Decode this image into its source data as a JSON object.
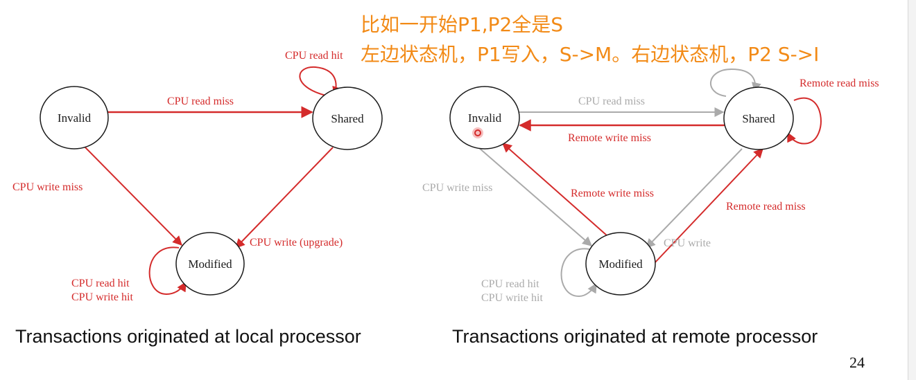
{
  "annotation": {
    "line1": "比如一开始P1,P2全是S",
    "line2": "左边状态机，P1写入，S->M。右边状态机，P2 S->I"
  },
  "colors": {
    "red": "#d42b2b",
    "gray": "#aaaaaa",
    "annotation": "#f28a16"
  },
  "left_diagram": {
    "caption": "Transactions originated at local processor",
    "states": {
      "invalid": "Invalid",
      "shared": "Shared",
      "modified": "Modified"
    },
    "edges": {
      "invalid_to_shared": "CPU read miss",
      "shared_self": "CPU read hit",
      "invalid_to_modified": "CPU write miss",
      "shared_to_modified": "CPU write (upgrade)",
      "modified_self_1": "CPU read hit",
      "modified_self_2": "CPU write hit"
    }
  },
  "right_diagram": {
    "caption": "Transactions originated at remote processor",
    "states": {
      "invalid": "Invalid",
      "shared": "Shared",
      "modified": "Modified"
    },
    "edges": {
      "invalid_to_shared_gray": "CPU read miss",
      "shared_to_invalid": "Remote write miss",
      "shared_self_remote": "Remote read miss",
      "invalid_to_modified_gray": "CPU write miss",
      "modified_to_invalid": "Remote write miss",
      "modified_to_shared": "Remote read miss",
      "shared_to_modified_gray": "CPU write",
      "modified_self_gray_1": "CPU read hit",
      "modified_self_gray_2": "CPU write hit"
    }
  },
  "page_number": "24"
}
